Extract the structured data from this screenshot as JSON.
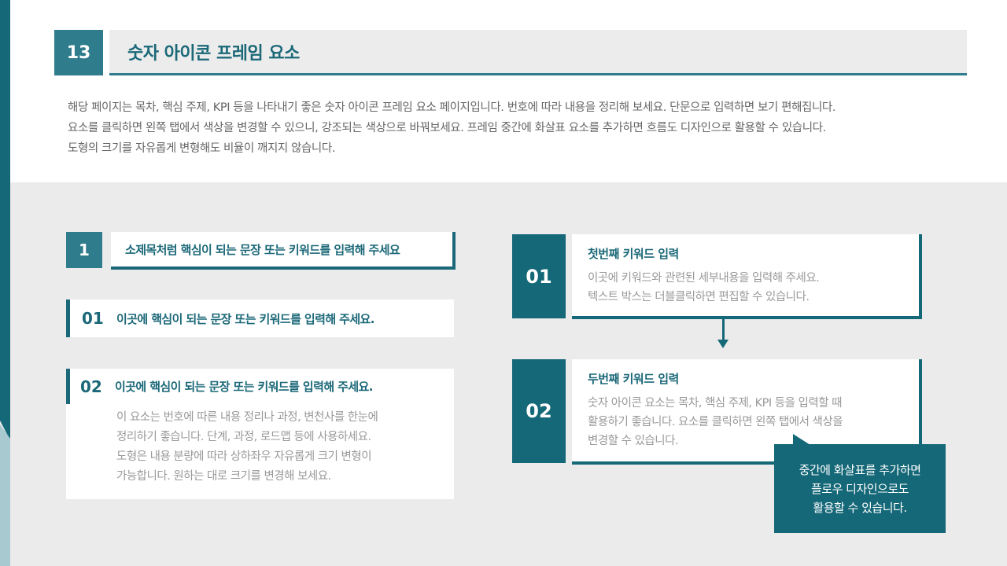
{
  "header": {
    "page_number": "13",
    "title": "숫자 아이콘 프레임 요소"
  },
  "description": {
    "lines": [
      "해당 페이지는 목차, 핵심 주제, KPI 등을 나타내기 좋은 숫자 아이콘 프레임 요소 페이지입니다. 번호에 따라 내용을 정리해 보세요. 단문으로 입력하면 보기 편해집니다.",
      "요소를 클릭하면 왼쪽 탭에서 색상을 변경할 수 있으니, 강조되는 색상으로 바꿔보세요. 프레임 중간에 화살표 요소를 추가하면 흐름도 디자인으로 활용할 수 있습니다.",
      "도형의 크기를 자유롭게 변형해도 비율이 깨지지 않습니다."
    ]
  },
  "left_panel": {
    "subtitle": {
      "number": "1",
      "text": "소제목처럼 핵심이 되는 문장 또는 키워드를 입력해 주세요"
    },
    "items": [
      {
        "number": "01",
        "heading": "이곳에 핵심이 되는 문장 또는 키워드를 입력해 주세요."
      },
      {
        "number": "02",
        "heading": "이곳에 핵심이 되는 문장 또는 키워드를 입력해 주세요.",
        "body": [
          "이 요소는 번호에 따른 내용 정리나 과정, 변천사를 한눈에",
          "정리하기 좋습니다. 단계, 과정, 로드맵 등에 사용하세요.",
          "도형은 내용 분량에 따라 상하좌우 자유롭게 크기 변형이",
          "가능합니다. 원하는 대로 크기를 변경해 보세요."
        ]
      }
    ]
  },
  "right_panel": {
    "steps": [
      {
        "number": "01",
        "title": "첫번째 키워드 입력",
        "body": [
          "이곳에 키워드와 관련된 세부내용을 입력해 주세요.",
          "텍스트 박스는 더블클릭하면 편집할 수 있습니다."
        ]
      },
      {
        "number": "02",
        "title": "두번째 키워드 입력",
        "body": [
          "숫자 아이콘 요소는 목차, 핵심 주제, KPI 등을 입력할 때",
          "활용하기 좋습니다. 요소를 클릭하면 왼쪽 탭에서 색상을",
          "변경할 수 있습니다."
        ]
      }
    ],
    "callout": {
      "lines": [
        "중간에 화살표를 추가하면",
        "플로우 디자인으로도",
        "활용할 수 있습니다."
      ]
    }
  },
  "colors": {
    "primary": "#156878",
    "accent": "#2f7c8d",
    "light_accent": "#a9c9d1",
    "background": "#ebebeb",
    "muted_text": "#999999"
  }
}
